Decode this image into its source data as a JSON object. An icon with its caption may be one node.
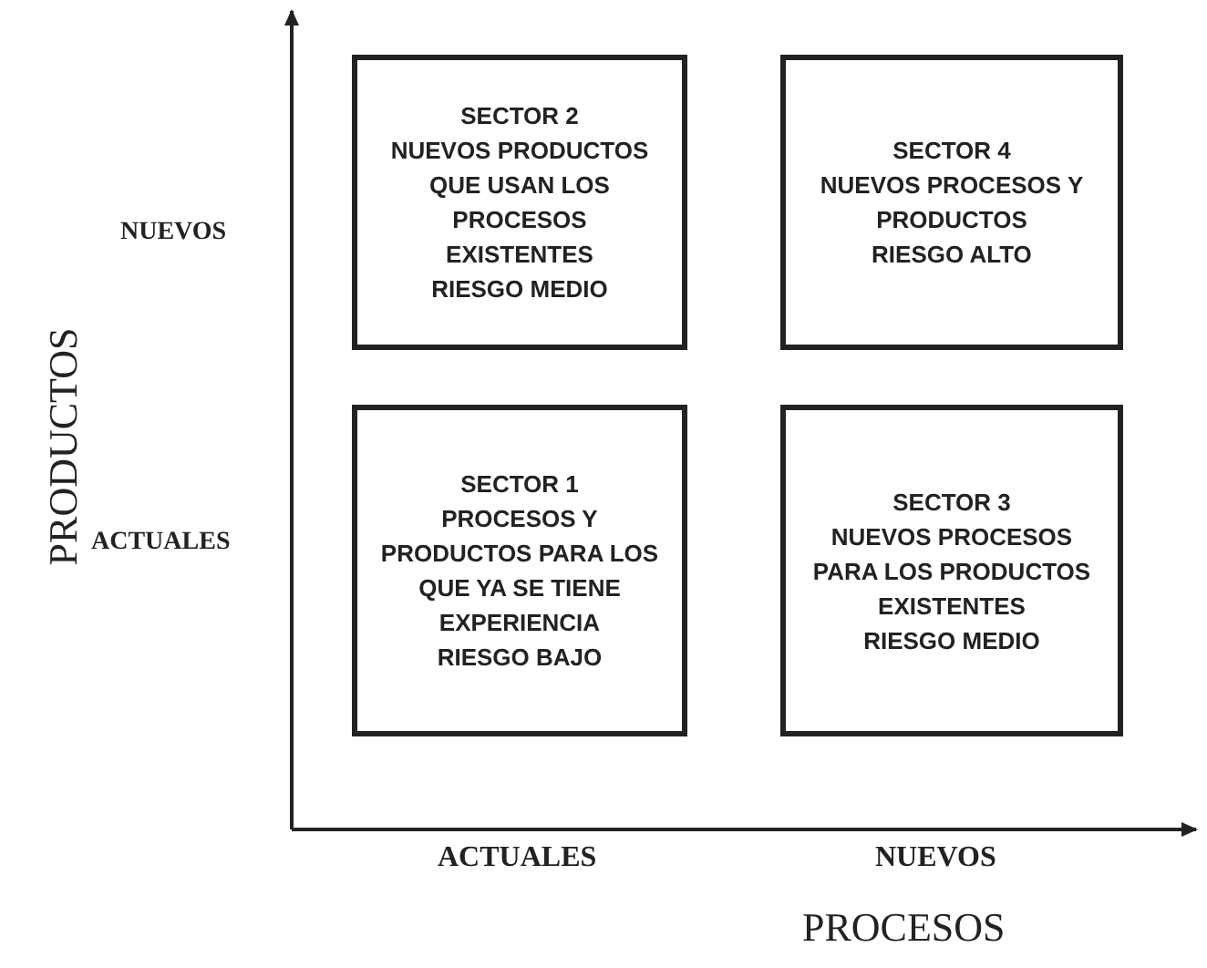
{
  "diagram": {
    "nodes": [
      {
        "text": [
          "SECTOR 2",
          "NUEVOS PRODUCTOS QUE USAN LOS PROCESOS EXISTENTES",
          "RIESGO MEDIO"
        ]
      },
      {
        "text": [
          "SECTOR 4",
          "NUEVOS PROCESOS Y PRODUCTOS",
          "RIESGO ALTO"
        ]
      },
      {
        "text": [
          "SECTOR 1",
          "PROCESOS Y PRODUCTOS PARA LOS QUE YA SE TIENE EXPERIENCIA",
          "RIESGO BAJO"
        ]
      },
      {
        "text": [
          "SECTOR 3",
          "NUEVOS PROCESOS PARA LOS PRODUCTOS EXISTENTES",
          "RIESGO MEDIO"
        ]
      }
    ],
    "edges": [],
    "labels": [
      "NUEVOS",
      "PRODUCTOS",
      "ACTUALES",
      "ACTUALES",
      "NUEVOS",
      "PROCESOS"
    ]
  }
}
